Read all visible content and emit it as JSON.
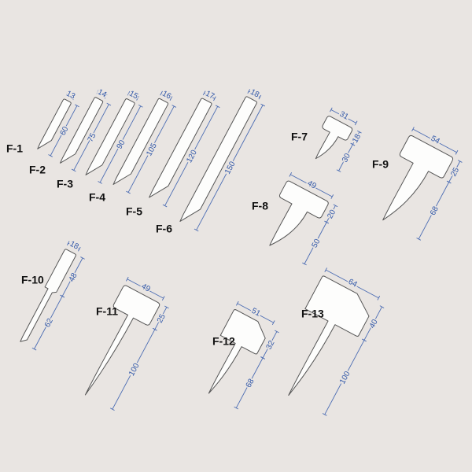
{
  "title": "Plant label models",
  "colors": {
    "background": "#e9e5e2",
    "dimension": "#4b6cb3",
    "outline": "#555555"
  },
  "items": [
    {
      "code": "F-1",
      "dims": [
        "13",
        "60"
      ]
    },
    {
      "code": "F-2",
      "dims": [
        "14",
        "75"
      ]
    },
    {
      "code": "F-3",
      "dims": [
        "15",
        "90"
      ]
    },
    {
      "code": "F-4",
      "dims": [
        "16",
        "105"
      ]
    },
    {
      "code": "F-5",
      "dims": [
        "17",
        "120"
      ]
    },
    {
      "code": "F-6",
      "dims": [
        "18",
        "150"
      ]
    },
    {
      "code": "F-7",
      "dims": [
        "31",
        "18",
        "30"
      ]
    },
    {
      "code": "F-8",
      "dims": [
        "49",
        "20",
        "50"
      ]
    },
    {
      "code": "F-9",
      "dims": [
        "54",
        "25",
        "68"
      ]
    },
    {
      "code": "F-10",
      "dims": [
        "18",
        "48",
        "62"
      ]
    },
    {
      "code": "F-11",
      "dims": [
        "49",
        "25",
        "100"
      ]
    },
    {
      "code": "F-12",
      "dims": [
        "51",
        "32",
        "68"
      ]
    },
    {
      "code": "F-13",
      "dims": [
        "64",
        "40",
        "100"
      ]
    }
  ]
}
